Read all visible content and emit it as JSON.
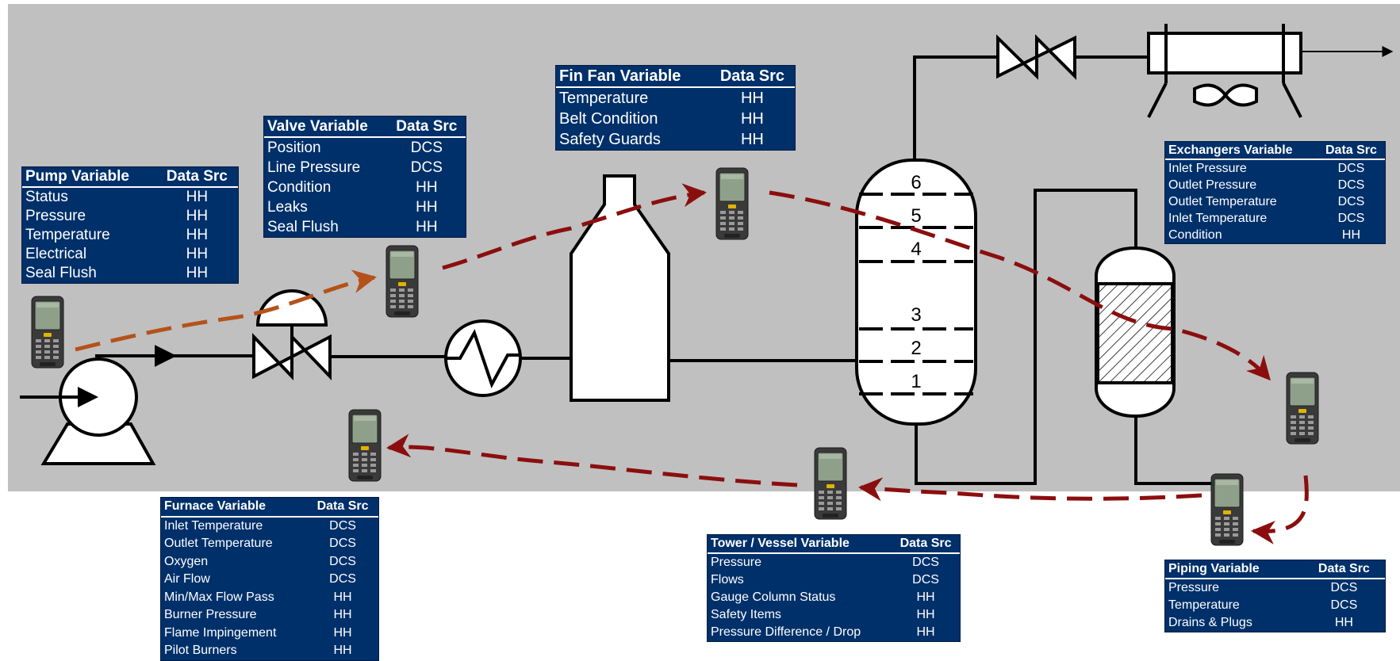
{
  "colors": {
    "background_panel": "#c0c0c0",
    "table_fill": "#00306a",
    "table_text": "#ffffff",
    "route_arrow_orange": "#b5521a",
    "route_arrow_dark_red": "#8b0e0e",
    "equipment_fill": "#ffffff",
    "line": "#000000"
  },
  "icons": {
    "handheld": "handheld-scanner-icon",
    "pump": "pump-icon",
    "control_valve": "control-valve-icon",
    "heat_exchanger": "heat-exchanger-icon",
    "furnace": "furnace-icon",
    "tower": "distillation-tower-icon",
    "vessel": "packed-vessel-icon",
    "gate_valve": "gate-valve-icon",
    "fin_fan": "fin-fan-cooler-icon"
  },
  "tower_tray_labels": [
    "6",
    "5",
    "4",
    "3",
    "2",
    "1"
  ],
  "tables": {
    "pump": {
      "header": [
        "Pump Variable",
        "Data Src"
      ],
      "rows": [
        [
          "Status",
          "HH"
        ],
        [
          "Pressure",
          "HH"
        ],
        [
          "Temperature",
          "HH"
        ],
        [
          "Electrical",
          "HH"
        ],
        [
          "Seal Flush",
          "HH"
        ]
      ]
    },
    "valve": {
      "header": [
        "Valve Variable",
        "Data Src"
      ],
      "rows": [
        [
          "Position",
          "DCS"
        ],
        [
          "Line Pressure",
          "DCS"
        ],
        [
          "Condition",
          "HH"
        ],
        [
          "Leaks",
          "HH"
        ],
        [
          "Seal Flush",
          "HH"
        ]
      ]
    },
    "finfan": {
      "header": [
        "Fin Fan Variable",
        "Data Src"
      ],
      "rows": [
        [
          "Temperature",
          "HH"
        ],
        [
          "Belt Condition",
          "HH"
        ],
        [
          "Safety Guards",
          "HH"
        ]
      ]
    },
    "exchangers": {
      "header": [
        "Exchangers Variable",
        "Data Src"
      ],
      "rows": [
        [
          "Inlet Pressure",
          "DCS"
        ],
        [
          "Outlet Pressure",
          "DCS"
        ],
        [
          "Outlet Temperature",
          "DCS"
        ],
        [
          "Inlet Temperature",
          "DCS"
        ],
        [
          "Condition",
          "HH"
        ]
      ]
    },
    "furnace": {
      "header": [
        "Furnace Variable",
        "Data Src"
      ],
      "rows": [
        [
          "Inlet Temperature",
          "DCS"
        ],
        [
          "Outlet Temperature",
          "DCS"
        ],
        [
          "Oxygen",
          "DCS"
        ],
        [
          "Air Flow",
          "DCS"
        ],
        [
          "Min/Max Flow Pass",
          "HH"
        ],
        [
          "Burner Pressure",
          "HH"
        ],
        [
          "Flame Impingement",
          "HH"
        ],
        [
          "Pilot Burners",
          "HH"
        ]
      ]
    },
    "tower": {
      "header": [
        "Tower / Vessel Variable",
        "Data Src"
      ],
      "rows": [
        [
          "Pressure",
          "DCS"
        ],
        [
          "Flows",
          "DCS"
        ],
        [
          "Gauge Column Status",
          "HH"
        ],
        [
          "Safety Items",
          "HH"
        ],
        [
          "Pressure Difference / Drop",
          "HH"
        ]
      ]
    },
    "piping": {
      "header": [
        "Piping Variable",
        "Data Src"
      ],
      "rows": [
        [
          "Pressure",
          "DCS"
        ],
        [
          "Temperature",
          "DCS"
        ],
        [
          "Drains & Plugs",
          "HH"
        ]
      ]
    }
  }
}
